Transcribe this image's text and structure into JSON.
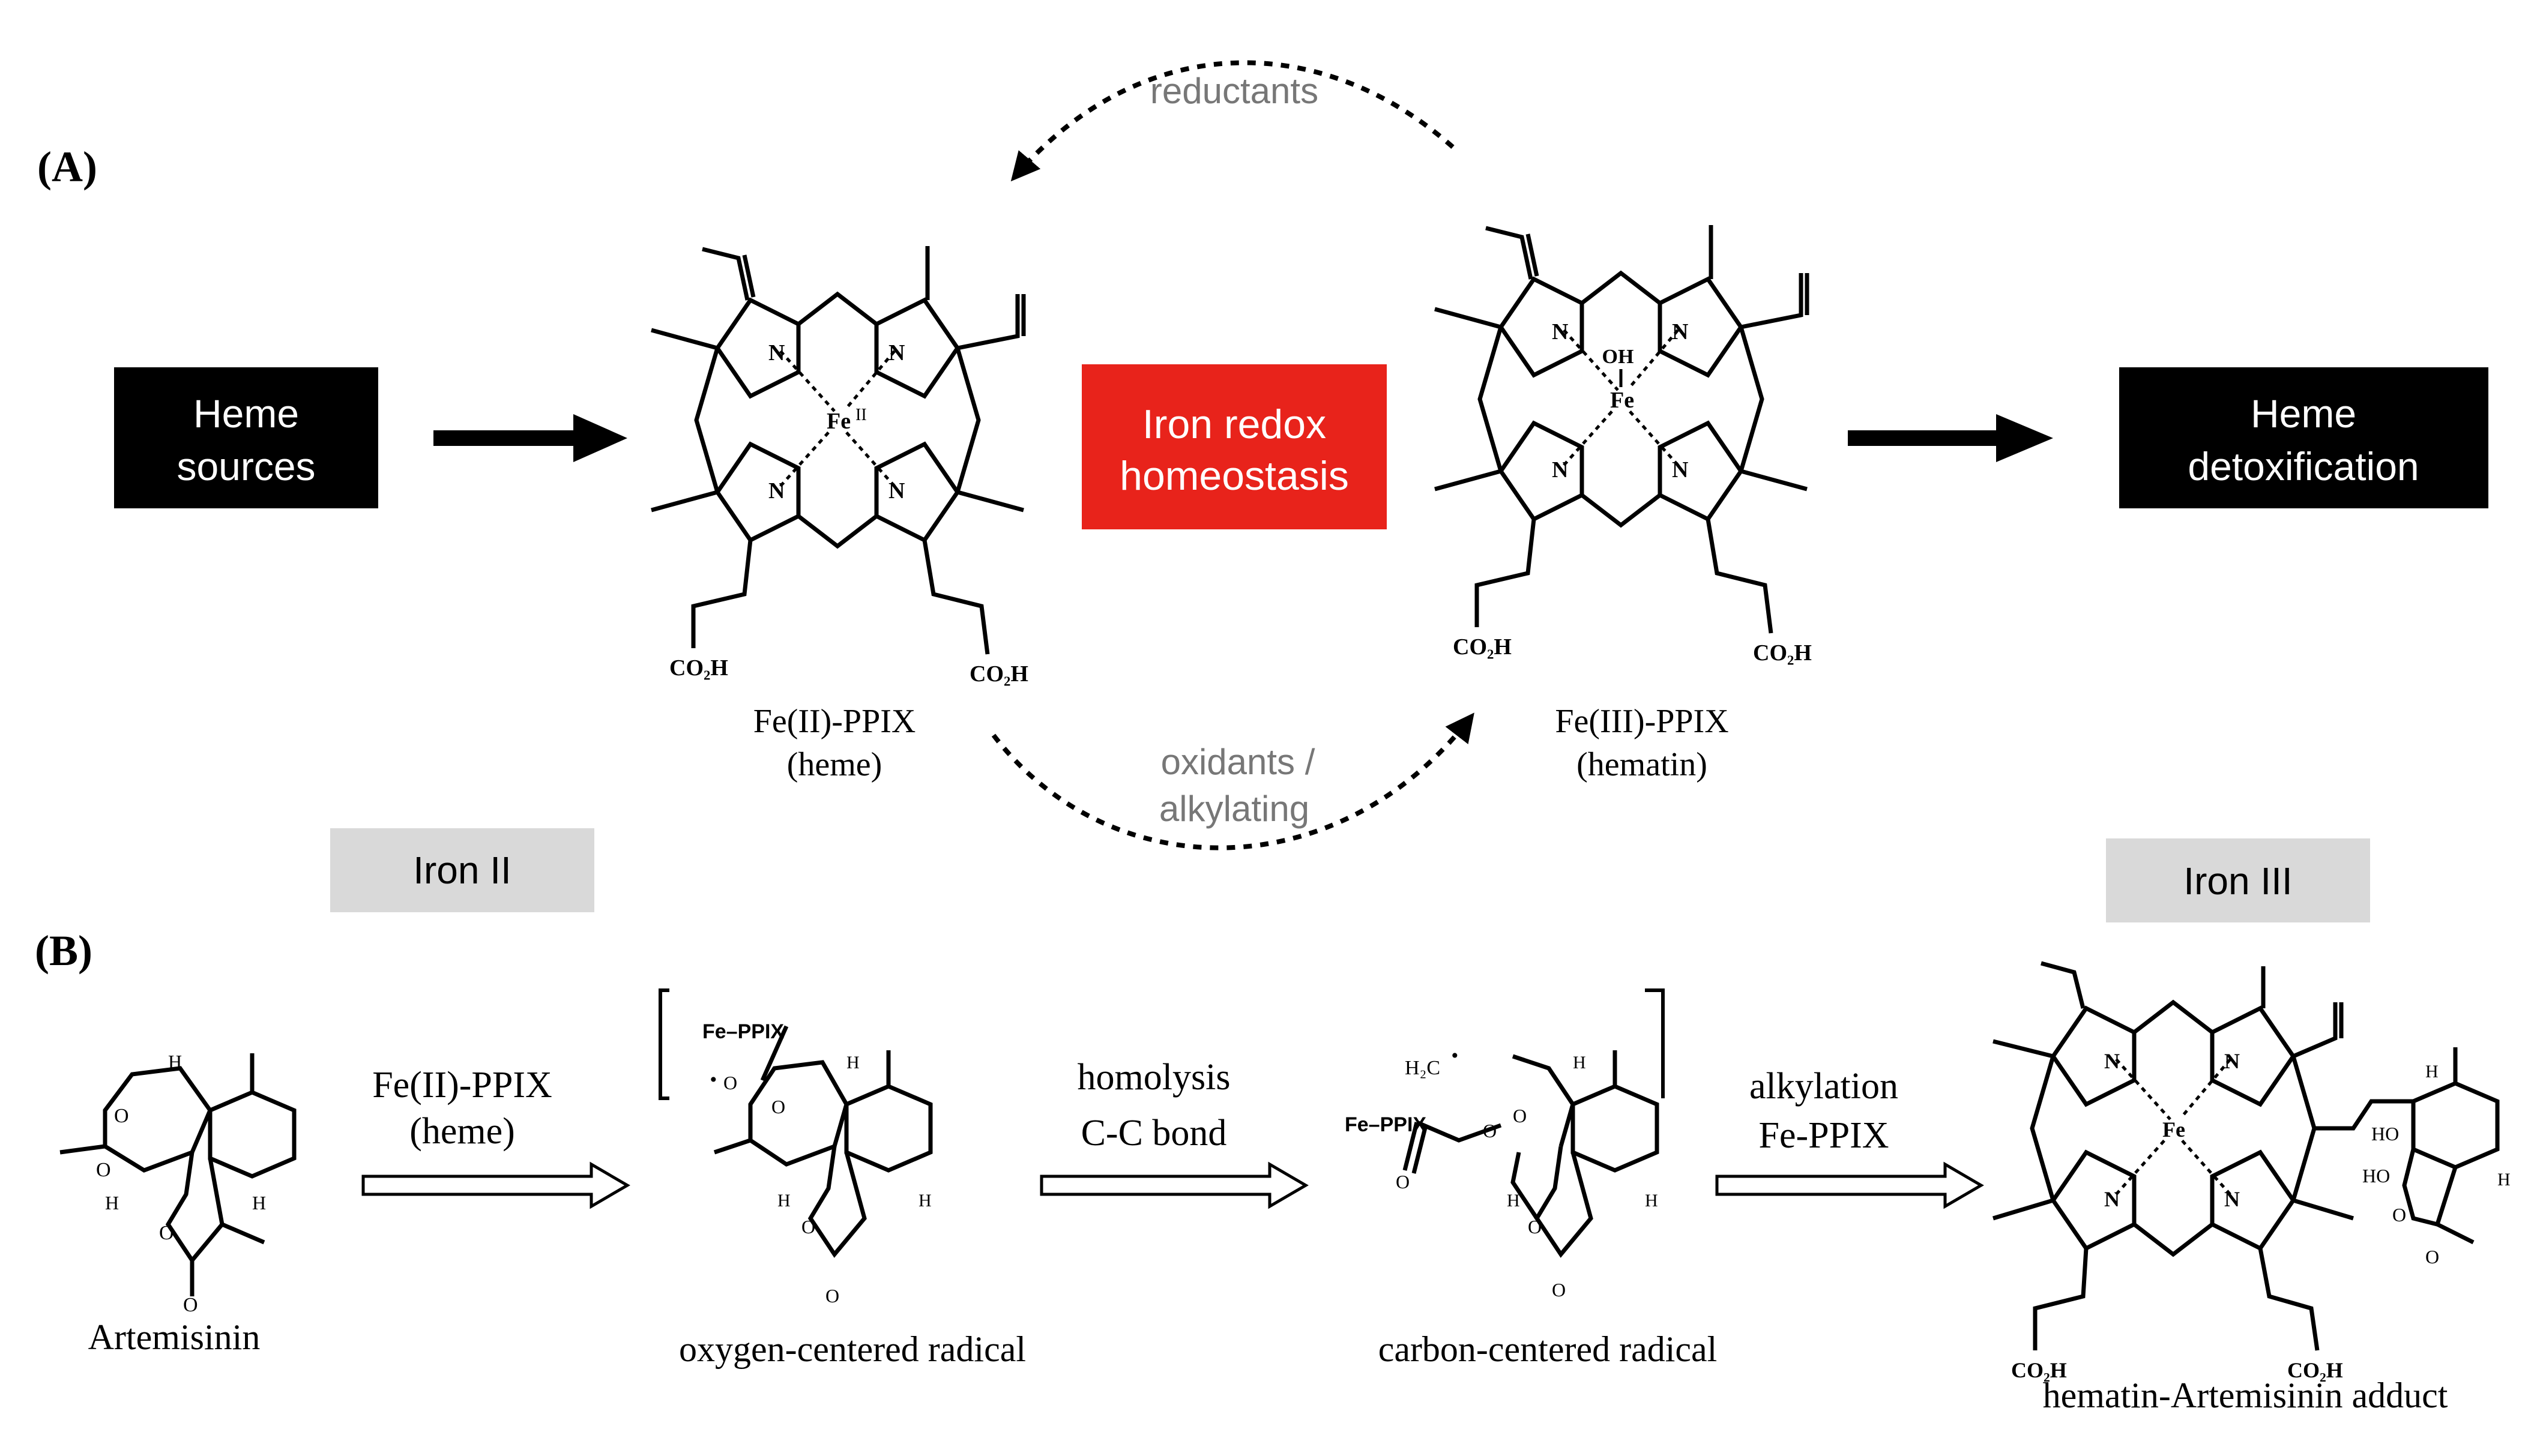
{
  "panel_a": {
    "label": "(A)",
    "heme_sources": [
      "Heme",
      "sources"
    ],
    "heme_detox": [
      "Heme",
      "detoxification"
    ],
    "center": [
      "Iron redox",
      "homeostasis"
    ],
    "reductants": "reductants",
    "oxidants": [
      "oxidants /",
      "alkylating"
    ],
    "fe2": {
      "name": "Fe(II)-PPIX",
      "sub": "(heme)",
      "metal": "Fe",
      "ox": "II"
    },
    "fe3": {
      "name": "Fe(III)-PPIX",
      "sub": "(hematin)",
      "metal": "Fe",
      "ligand": "OH"
    },
    "nitrogen": "N",
    "co2h": "CO₂H",
    "colors": {
      "black_box": "#000000",
      "center_box": "#e8231b",
      "gray_box": "#d9d9d9",
      "arrow_text": "#777777"
    }
  },
  "panel_b": {
    "label": "(B)",
    "iron2": "Iron II",
    "iron3": "Iron III",
    "artemisinin": "Artemisinin",
    "step1": [
      "Fe(II)-PPIX",
      "(heme)"
    ],
    "oxygen_radical": "oxygen-centered radical",
    "step2": [
      "homolysis",
      "C-C bond"
    ],
    "carbon_radical": "carbon-centered radical",
    "step3": [
      "alkylation",
      "Fe-PPIX"
    ],
    "adduct": "hematin-Artemisinin adduct",
    "fe_ppix": "Fe–PPIX",
    "h2c": "H₂C",
    "atoms": {
      "O": "O",
      "H": "H",
      "HO": "HO",
      "Fe": "Fe",
      "N": "N",
      "dot": "·"
    }
  }
}
